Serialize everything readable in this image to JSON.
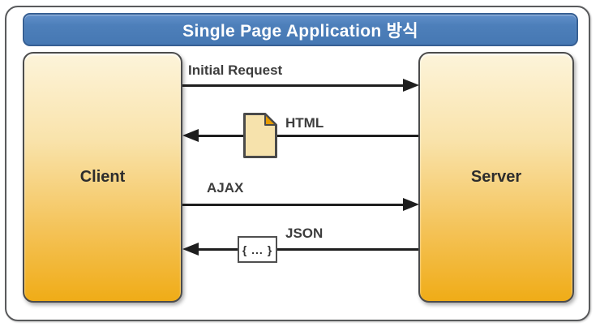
{
  "diagram": {
    "title": "Single Page Application 방식",
    "client": {
      "label": "Client"
    },
    "server": {
      "label": "Server"
    },
    "flows": [
      {
        "label": "Initial Request",
        "direction": "client-to-server"
      },
      {
        "label": "HTML",
        "direction": "server-to-client",
        "icon": "html-document-icon"
      },
      {
        "label": "AJAX",
        "direction": "client-to-server"
      },
      {
        "label": "JSON",
        "direction": "server-to-client",
        "icon": "json-object-icon",
        "icon_text": "{ ... }"
      }
    ],
    "colors": {
      "title_bar_fill": "#4a7cb8",
      "title_bar_border": "#365f93",
      "title_text": "#ffffff",
      "box_gradient_top": "#fdf4da",
      "box_gradient_bottom": "#f0ac17",
      "box_border": "#4c4c4c",
      "frame_border": "#595a5c",
      "arrow_color": "#1e1e1e",
      "label_color": "#3d3d3d",
      "doc_icon_fill": "#f6e2ac",
      "doc_icon_fold": "#e69b00"
    }
  }
}
